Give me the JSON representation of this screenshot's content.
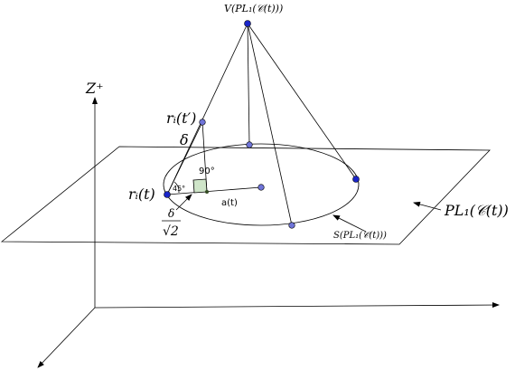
{
  "labels": {
    "vertex": "V(PL₁(𝒞(t)))",
    "z_axis": "Z⁺",
    "ri_tprime": "rᵢ(t′)",
    "delta": "δ",
    "angle_90": "90°",
    "angle_45": "45°",
    "ri_t": "rᵢ(t)",
    "a_t": "a(t)",
    "delta_frac_num": "δ",
    "delta_frac_den": "√2",
    "plane": "PL₁(𝒞(t))",
    "circle": "S(PL₁(𝒞(t)))"
  },
  "colors": {
    "point_light": "#6f74d8",
    "point_dark": "#1a25c8",
    "right_angle_fill": "#cfe5c9",
    "lines": "#000000"
  }
}
